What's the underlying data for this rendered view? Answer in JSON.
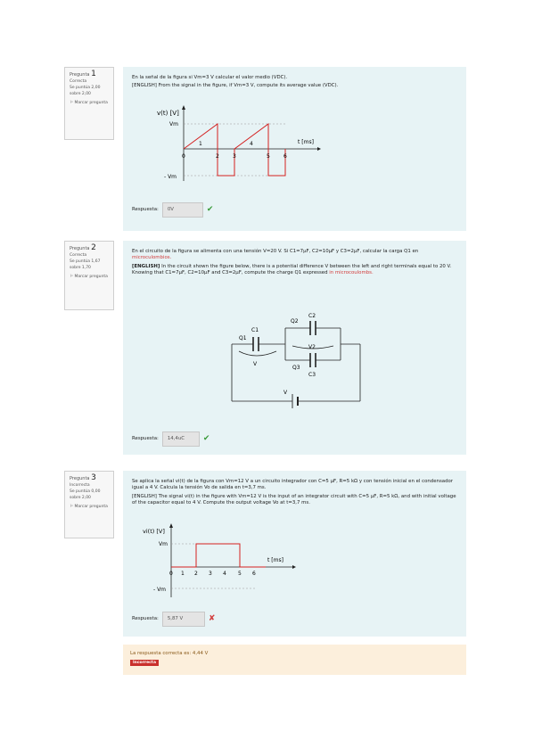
{
  "questions": [
    {
      "label": "Pregunta",
      "number": "1",
      "status": "Correcta",
      "score": "Se puntúa 2,00 sobre 2,00",
      "flag": "Marcar pregunta",
      "text_es": "En la señal de la figura si Vm=3 V calcular el valor medio (VDC).",
      "text_en": "[ENGLISH] From the signal in the figure, if Vm=3 V, compute its average value (VDC).",
      "answer_label": "Respuesta:",
      "answer_value": "0V",
      "result": "correct",
      "figure": {
        "y_label": "v(t) [V]",
        "x_label": "t [ms]",
        "vm_label": "Vm",
        "neg_vm_label": "- Vm",
        "ticks": [
          "0",
          "1",
          "2",
          "3",
          "4",
          "5",
          "6"
        ]
      }
    },
    {
      "label": "Pregunta",
      "number": "2",
      "status": "Correcta",
      "score": "Se puntúa 1,67 sobre 1,70",
      "flag": "Marcar pregunta",
      "text_es": "En el circuito de la figura se alimenta con una tensión V=20 V. Si C1=7μF, C2=10μF y C3=2μF, calcular la carga Q1 en",
      "text_es_unit": "microculombios.",
      "text_en_tag": "[ENGLISH]",
      "text_en": "In the circuit shown the figure below, there is a potential difference V between the left and right terminals equal to 20 V. Knowing that C1=7μF, C2=10μF and C3=2μF, compute the charge Q1 expressed",
      "text_en_unit": "in microcoulombs.",
      "answer_label": "Respuesta:",
      "answer_value": "14,4uC",
      "result": "correct",
      "figure": {
        "c1": "C1",
        "c2": "C2",
        "c3": "C3",
        "q1": "Q1",
        "q2": "Q2",
        "q3": "Q3",
        "v1": "V",
        "v2": "V2",
        "v_source": "V"
      }
    },
    {
      "label": "Pregunta",
      "number": "3",
      "status": "Incorrecta",
      "score": "Se puntúa 0,00 sobre 2,00",
      "flag": "Marcar pregunta",
      "text_es": "Se aplica la señal vi(t) de la figura con Vm=12 V a un circuito integrador con C=5 μF, R=5 kΩ y con tensión inicial en el condensador igual a 4 V. Calcula la tensión Vo de salida en t=3,7 ms.",
      "text_en": "[ENGLISH] The signal vi(t) in the figure with Vm=12 V is the input of an integrator circuit with C=5 μF, R=5 kΩ, and with initial voltage of the capacitor equal to 4 V. Compute the output voltage Vo at t=3,7 ms.",
      "answer_label": "Respuesta:",
      "answer_value": "5,87 V",
      "result": "incorrect",
      "figure": {
        "y_label": "vi(t) [V]",
        "x_label": "t [ms]",
        "vm_label": "Vm",
        "neg_vm_label": "- Vm",
        "ticks": [
          "0",
          "1",
          "2",
          "3",
          "4",
          "5",
          "6"
        ]
      }
    }
  ],
  "feedback": {
    "text": "La respuesta correcta es: 4,44 V",
    "badge": "Incorrecta"
  },
  "colors": {
    "signal": "#d42020",
    "panel": "#e7f3f5",
    "feedback": "#fcefdc"
  }
}
